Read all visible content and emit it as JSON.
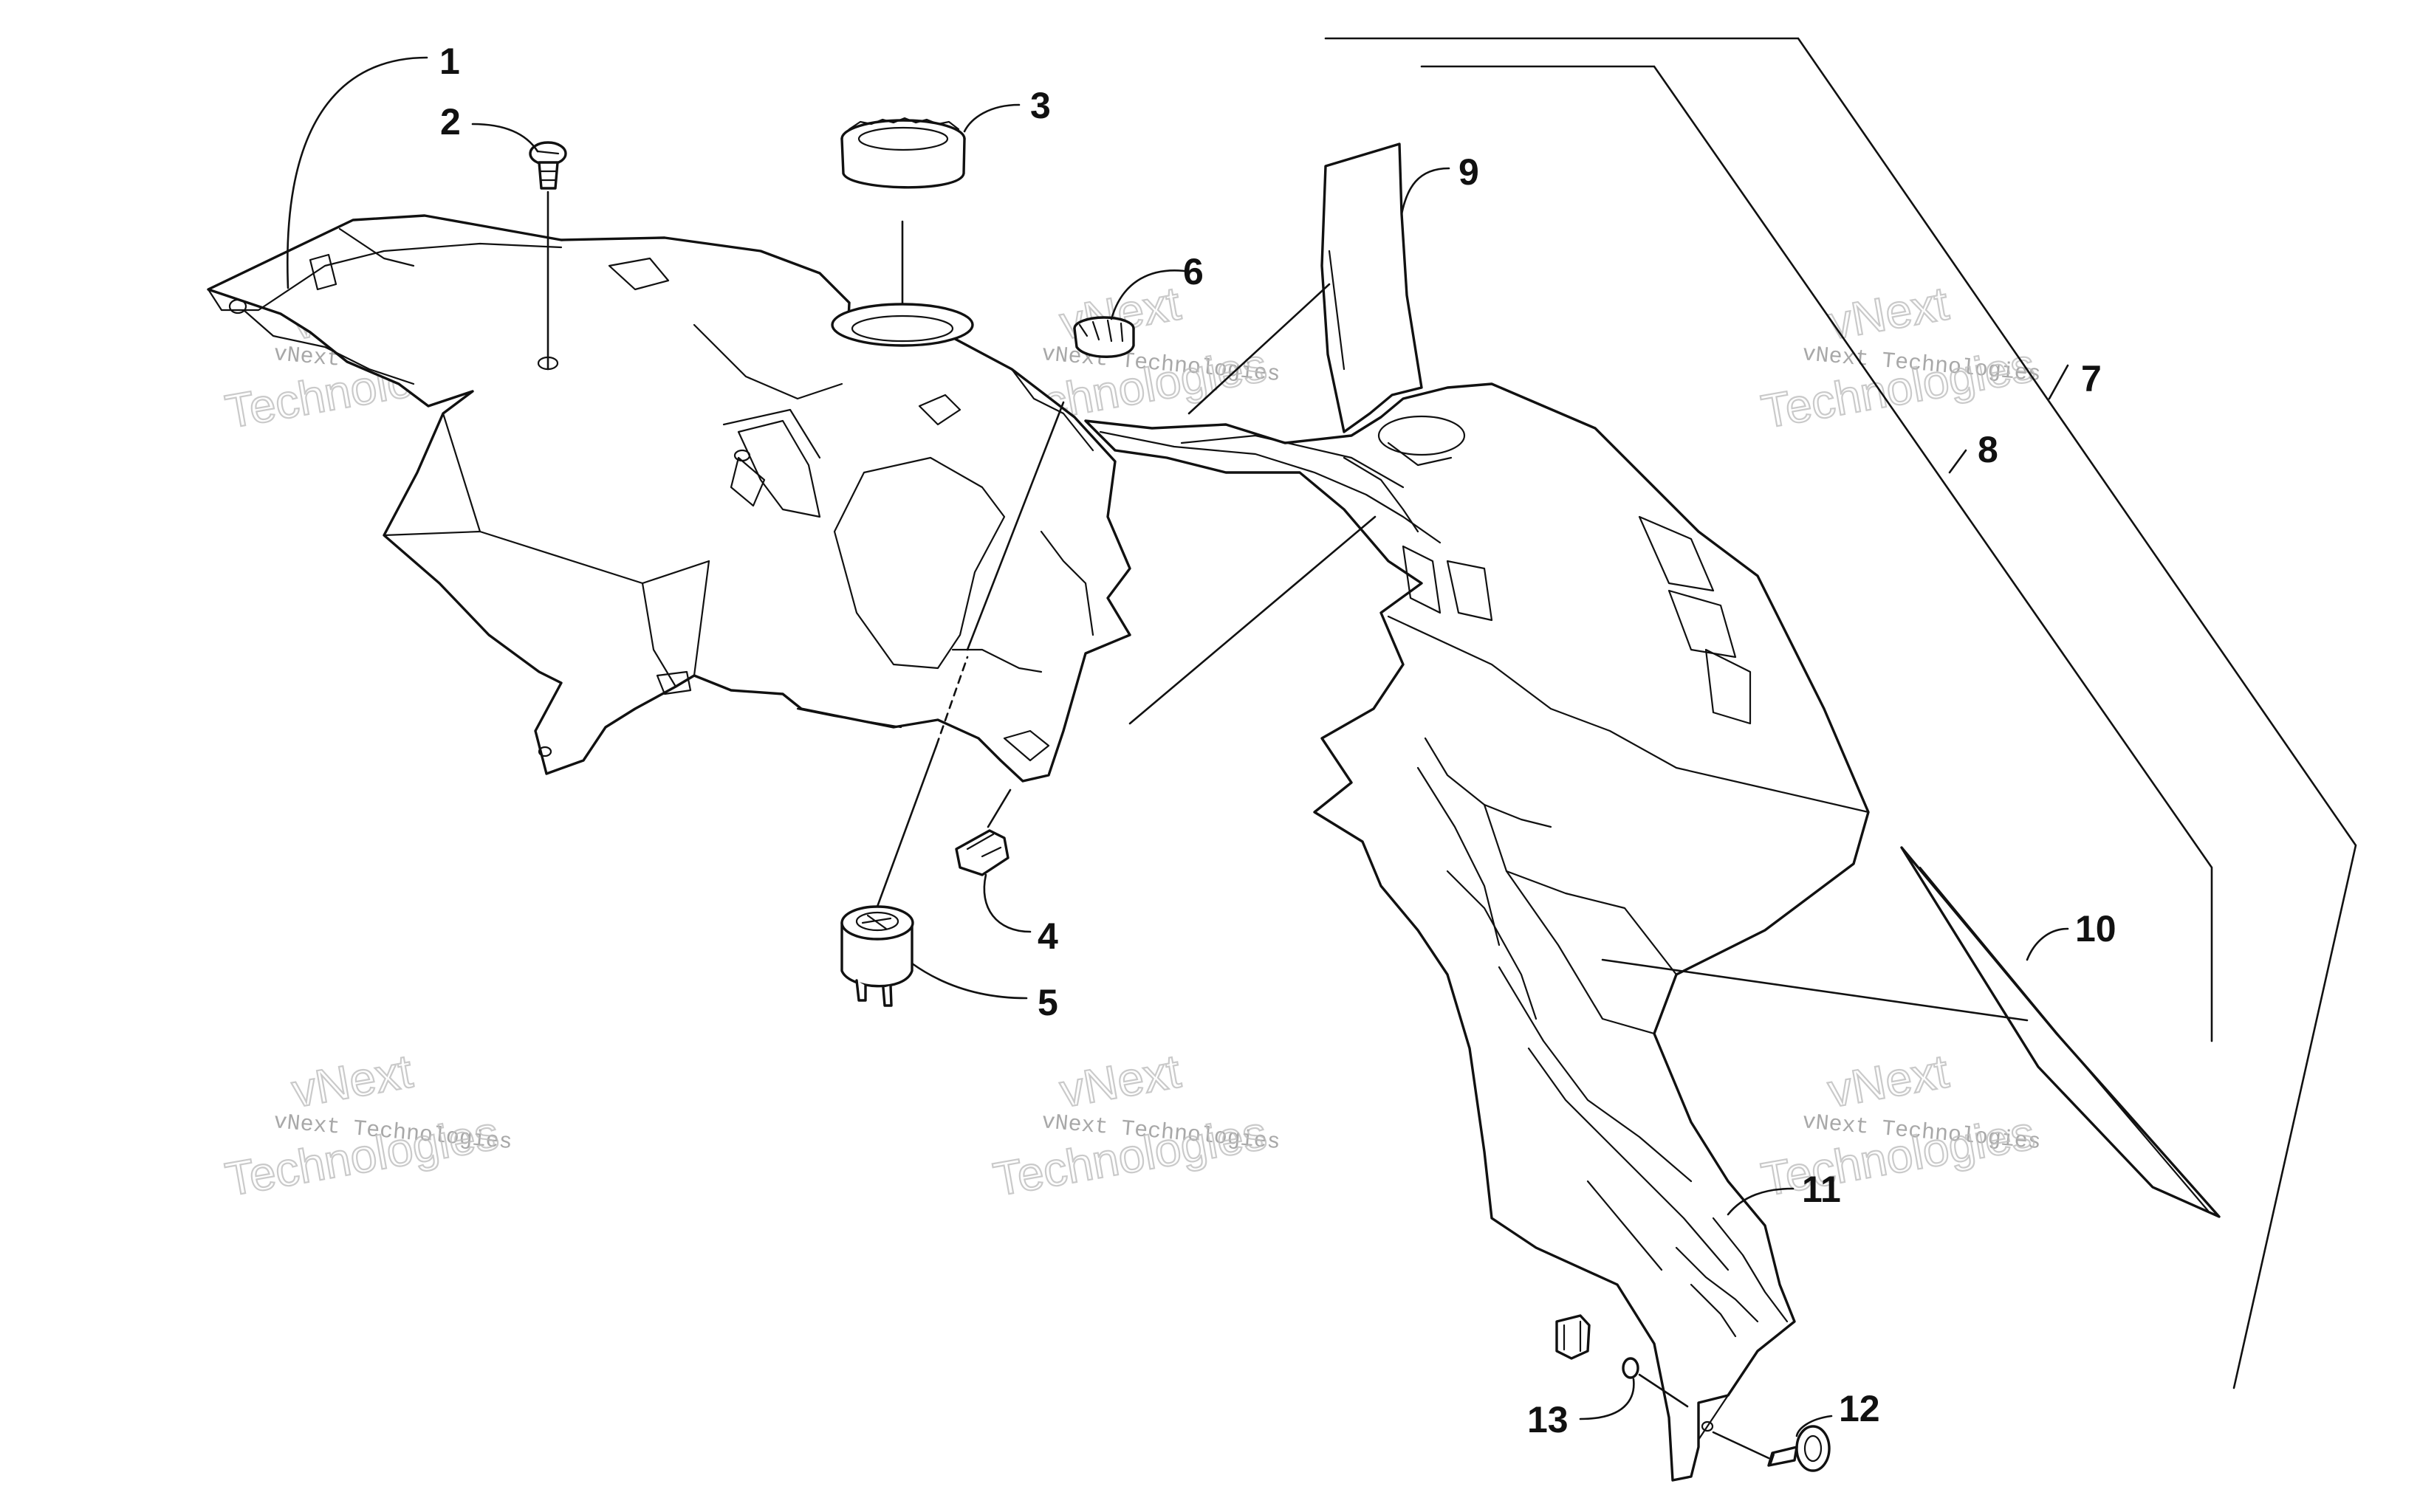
{
  "callouts": [
    {
      "id": "1",
      "label": "1"
    },
    {
      "id": "2",
      "label": "2"
    },
    {
      "id": "3",
      "label": "3"
    },
    {
      "id": "4",
      "label": "4"
    },
    {
      "id": "5",
      "label": "5"
    },
    {
      "id": "6",
      "label": "6"
    },
    {
      "id": "7",
      "label": "7"
    },
    {
      "id": "8",
      "label": "8"
    },
    {
      "id": "9",
      "label": "9"
    },
    {
      "id": "10",
      "label": "10"
    },
    {
      "id": "11",
      "label": "11"
    },
    {
      "id": "12",
      "label": "12"
    },
    {
      "id": "13",
      "label": "13"
    }
  ],
  "watermark": {
    "company_line": "vNext Technologies",
    "brand_word": "vNext",
    "tech_word": "Technologies"
  },
  "colors": {
    "line": "#111111",
    "background": "#ffffff",
    "watermark": "#9a9a9a"
  }
}
